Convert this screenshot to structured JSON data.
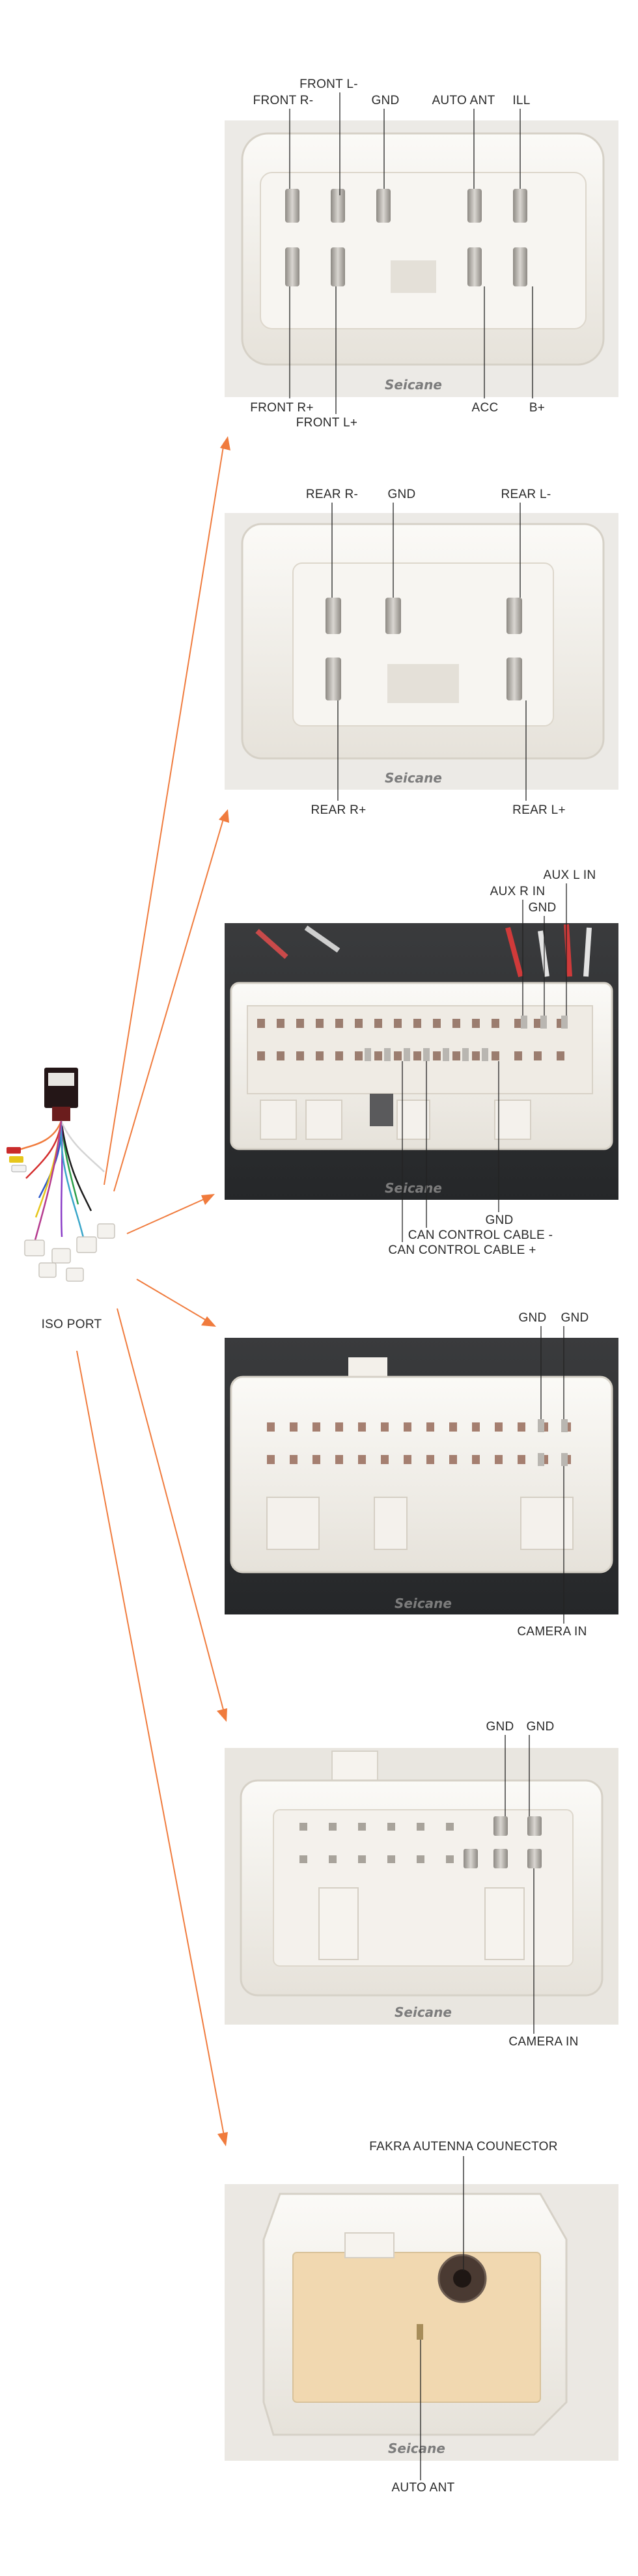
{
  "colors": {
    "arrow": "#f07b3d",
    "label_text": "#2a2a2a",
    "housing": "#f3f0ea",
    "pin_metal": "#b4b0aa",
    "dark_background": "#2b2e31"
  },
  "iso_port": {
    "label": "ISO PORT"
  },
  "watermark": "Seicane",
  "connectors": [
    {
      "name": "connector-1",
      "labels": {
        "front_l_minus": "FRONT L-",
        "front_r_minus": "FRONT R-",
        "gnd": "GND",
        "auto_ant": "AUTO ANT",
        "ill": "ILL",
        "front_r_plus": "FRONT R+",
        "front_l_plus": "FRONT L+",
        "acc": "ACC",
        "b_plus": "B+"
      }
    },
    {
      "name": "connector-2",
      "labels": {
        "rear_r_minus": "REAR R-",
        "gnd": "GND",
        "rear_l_minus": "REAR L-",
        "rear_r_plus": "REAR R+",
        "rear_l_plus": "REAR L+"
      }
    },
    {
      "name": "connector-3",
      "labels": {
        "aux_l_in": "AUX L IN",
        "aux_r_in": "AUX R IN",
        "gnd_top": "GND",
        "gnd_bottom": "GND",
        "can_control_minus": "CAN CONTROL CABLE -",
        "can_control_plus": "CAN CONTROL CABLE +"
      }
    },
    {
      "name": "connector-4",
      "labels": {
        "gnd_1": "GND",
        "gnd_2": "GND",
        "camera_in": "CAMERA IN"
      }
    },
    {
      "name": "connector-5",
      "labels": {
        "gnd_1": "GND",
        "gnd_2": "GND",
        "camera_in": "CAMERA IN"
      }
    },
    {
      "name": "connector-6",
      "labels": {
        "fakra": "FAKRA AUTENNA COUNECTOR",
        "auto_ant": "AUTO ANT"
      }
    }
  ]
}
